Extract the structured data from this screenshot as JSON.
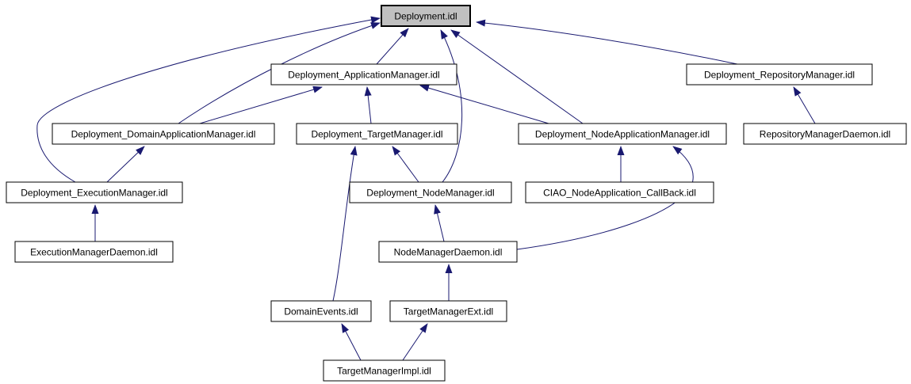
{
  "diagram": {
    "type": "include-dependency-graph",
    "root": "Deployment.idl",
    "colors": {
      "background": "#ffffff",
      "edge": "#191970",
      "node_fill": "#ffffff",
      "node_border": "#000000",
      "highlight_fill": "#c0c0c0",
      "text": "#000000"
    },
    "nodes": [
      {
        "id": "deployment",
        "label": "Deployment.idl",
        "highlighted": true
      },
      {
        "id": "app_mgr",
        "label": "Deployment_ApplicationManager.idl",
        "highlighted": false
      },
      {
        "id": "repo_mgr",
        "label": "Deployment_RepositoryManager.idl",
        "highlighted": false
      },
      {
        "id": "domain_app_mgr",
        "label": "Deployment_DomainApplicationManager.idl",
        "highlighted": false
      },
      {
        "id": "target_mgr",
        "label": "Deployment_TargetManager.idl",
        "highlighted": false
      },
      {
        "id": "node_app_mgr",
        "label": "Deployment_NodeApplicationManager.idl",
        "highlighted": false
      },
      {
        "id": "repo_daemon",
        "label": "RepositoryManagerDaemon.idl",
        "highlighted": false
      },
      {
        "id": "exec_mgr",
        "label": "Deployment_ExecutionManager.idl",
        "highlighted": false
      },
      {
        "id": "node_mgr",
        "label": "Deployment_NodeManager.idl",
        "highlighted": false
      },
      {
        "id": "callback",
        "label": "CIAO_NodeApplication_CallBack.idl",
        "highlighted": false
      },
      {
        "id": "exec_daemon",
        "label": "ExecutionManagerDaemon.idl",
        "highlighted": false
      },
      {
        "id": "node_daemon",
        "label": "NodeManagerDaemon.idl",
        "highlighted": false
      },
      {
        "id": "domain_events",
        "label": "DomainEvents.idl",
        "highlighted": false
      },
      {
        "id": "target_ext",
        "label": "TargetManagerExt.idl",
        "highlighted": false
      },
      {
        "id": "target_impl",
        "label": "TargetManagerImpl.idl",
        "highlighted": false
      }
    ],
    "edges": [
      {
        "from": "app_mgr",
        "to": "deployment"
      },
      {
        "from": "domain_app_mgr",
        "to": "deployment"
      },
      {
        "from": "exec_mgr",
        "to": "deployment"
      },
      {
        "from": "node_mgr",
        "to": "deployment"
      },
      {
        "from": "node_app_mgr",
        "to": "deployment"
      },
      {
        "from": "repo_mgr",
        "to": "deployment"
      },
      {
        "from": "domain_app_mgr",
        "to": "app_mgr"
      },
      {
        "from": "target_mgr",
        "to": "app_mgr"
      },
      {
        "from": "node_app_mgr",
        "to": "app_mgr"
      },
      {
        "from": "exec_mgr",
        "to": "domain_app_mgr"
      },
      {
        "from": "domain_events",
        "to": "target_mgr"
      },
      {
        "from": "node_mgr",
        "to": "target_mgr"
      },
      {
        "from": "callback",
        "to": "node_app_mgr"
      },
      {
        "from": "node_daemon",
        "to": "node_app_mgr"
      },
      {
        "from": "repo_daemon",
        "to": "repo_mgr"
      },
      {
        "from": "exec_daemon",
        "to": "exec_mgr"
      },
      {
        "from": "node_daemon",
        "to": "node_mgr"
      },
      {
        "from": "target_ext",
        "to": "node_daemon"
      },
      {
        "from": "target_impl",
        "to": "domain_events"
      },
      {
        "from": "target_impl",
        "to": "target_ext"
      }
    ]
  }
}
